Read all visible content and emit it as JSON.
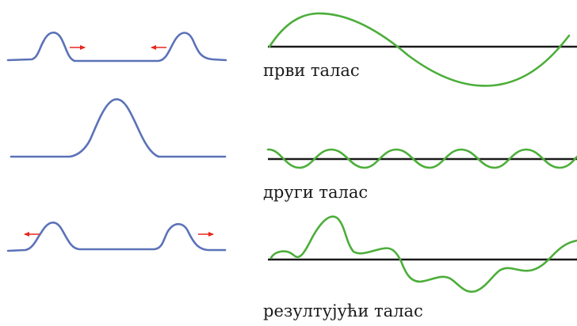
{
  "colors": {
    "pulse": "#5b72b8",
    "arrow": "#e8261e",
    "wave": "#4cae3a",
    "axis": "#1a1a1a"
  },
  "labels": {
    "first_wave": "први талас",
    "second_wave": "други талас",
    "result_wave": "резултујући талас"
  }
}
